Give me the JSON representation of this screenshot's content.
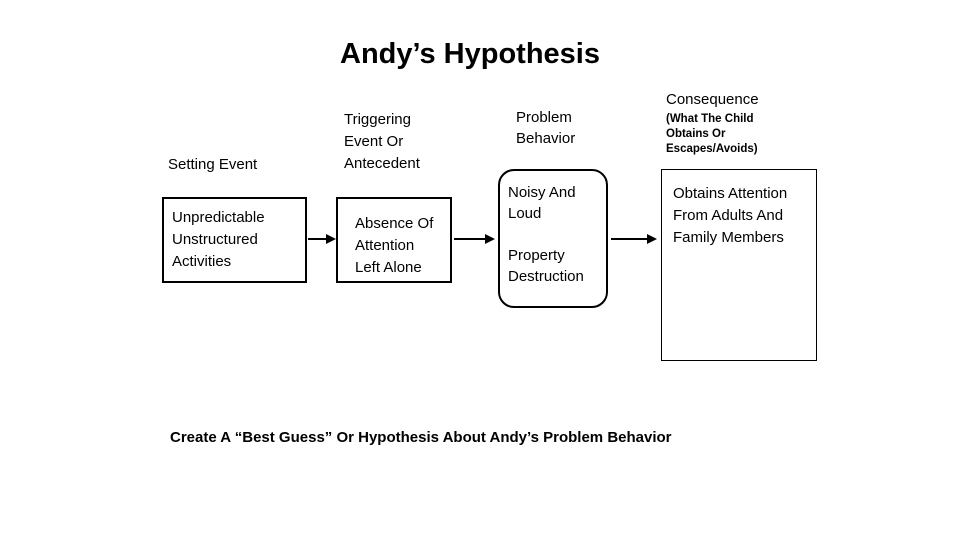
{
  "title": "Andy’s Hypothesis",
  "headers": {
    "setting_event": "Setting Event",
    "triggering": [
      "Triggering",
      "Event Or",
      "Antecedent"
    ],
    "problem_behavior": [
      "Problem",
      "Behavior"
    ],
    "consequence": "Consequence",
    "consequence_sub": [
      "(What The Child",
      "Obtains Or",
      "Escapes/Avoids)"
    ]
  },
  "boxes": {
    "setting_event": [
      "Unpredictable",
      "Unstructured",
      "Activities"
    ],
    "antecedent": [
      "Absence Of",
      "Attention",
      "Left Alone"
    ],
    "problem_behavior": [
      "Noisy And",
      "Loud",
      "",
      "Property",
      "Destruction"
    ],
    "consequence": [
      "Obtains Attention",
      "From Adults And",
      "Family Members"
    ]
  },
  "footer": "Create A “Best Guess” Or Hypothesis About Andy’s Problem Behavior",
  "colors": {
    "text": "#000000",
    "background": "#ffffff",
    "line": "#000000"
  }
}
